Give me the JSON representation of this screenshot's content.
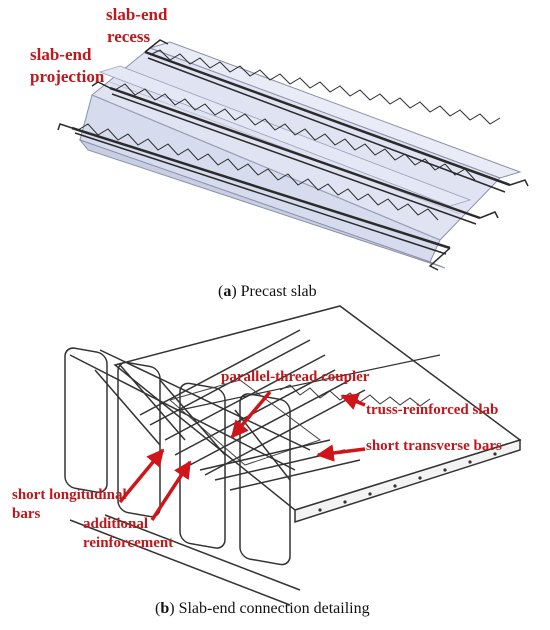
{
  "figure_a": {
    "labels": {
      "slab_end_recess_1": "slab-end",
      "slab_end_recess_2": "recess",
      "slab_end_projection_1": "slab-end",
      "slab_end_projection_2": "projection"
    },
    "caption": {
      "letter": "a",
      "text": "Precast slab"
    }
  },
  "figure_b": {
    "labels": {
      "parallel_thread_coupler": "parallel-thread coupler",
      "truss_reinforced_slab": "truss-reinforced slab",
      "short_transverse_bars": "short transverse bars",
      "short_longitudinal_bars_1": "short longitudinal",
      "short_longitudinal_bars_2": "bars",
      "additional_reinforcement_1": "additional",
      "additional_reinforcement_2": "reinforcement"
    },
    "caption": {
      "letter": "b",
      "text": "Slab-end connection detailing"
    }
  },
  "colors": {
    "label_red": "#c0171c",
    "slab_fill": "#dfe3f2",
    "steel": "#333333",
    "arrow": "#d0141a"
  }
}
